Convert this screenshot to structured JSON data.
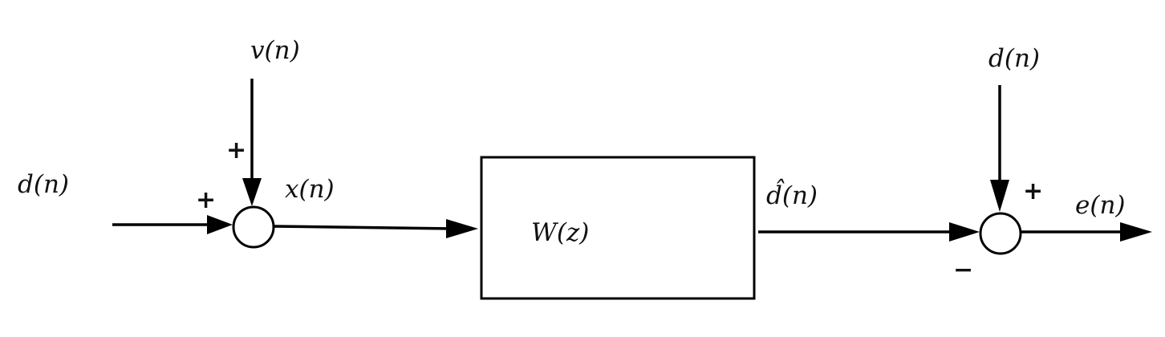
{
  "labels": {
    "input_d": "d(n)",
    "noise_v": "v(n)",
    "signal_x": "x(n)",
    "filter": "W(z)",
    "estimate": "d̂(n)",
    "reference_d": "d(n)",
    "error_e": "e(n)"
  },
  "signs": {
    "sum1_left": "+",
    "sum1_top": "+",
    "sum2_top": "+",
    "sum2_bottom": "−"
  }
}
